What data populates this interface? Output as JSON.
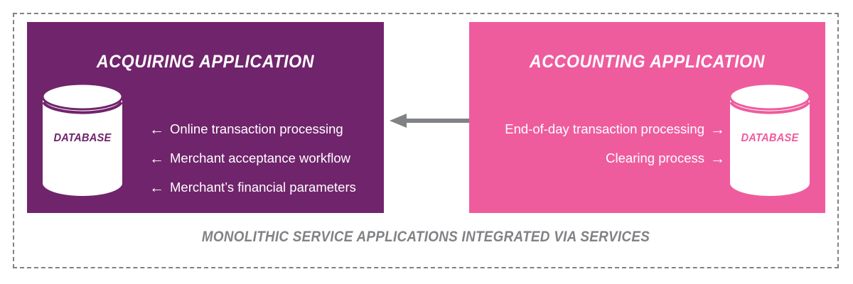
{
  "diagram": {
    "caption": "MONOLITHIC SERVICE APPLICATIONS INTEGRATED VIA SERVICES",
    "colors": {
      "acquiring_purple": "#70246B",
      "accounting_pink": "#EF5C9E",
      "frame_gray": "#808285",
      "connector_gray": "#808285",
      "panel_text": "#FFFFFF",
      "background": "#FFFFFF"
    },
    "connector": {
      "direction": "left",
      "from": "accounting-application",
      "to": "acquiring-application",
      "arrow_glyph": "←"
    },
    "panels": [
      {
        "id": "acquiring",
        "title": "ACQUIRING APPLICATION",
        "database_label": "DATABASE",
        "database_position": "left",
        "flows": [
          {
            "label": "Online transaction processing",
            "arrow": "←"
          },
          {
            "label": "Merchant acceptance workflow",
            "arrow": "←"
          },
          {
            "label": "Merchant’s financial parameters",
            "arrow": "←"
          }
        ]
      },
      {
        "id": "accounting",
        "title": "ACCOUNTING APPLICATION",
        "database_label": "DATABASE",
        "database_position": "right",
        "flows": [
          {
            "label": "End-of-day transaction processing",
            "arrow": "→"
          },
          {
            "label": "Clearing process",
            "arrow": "→"
          }
        ]
      }
    ]
  }
}
